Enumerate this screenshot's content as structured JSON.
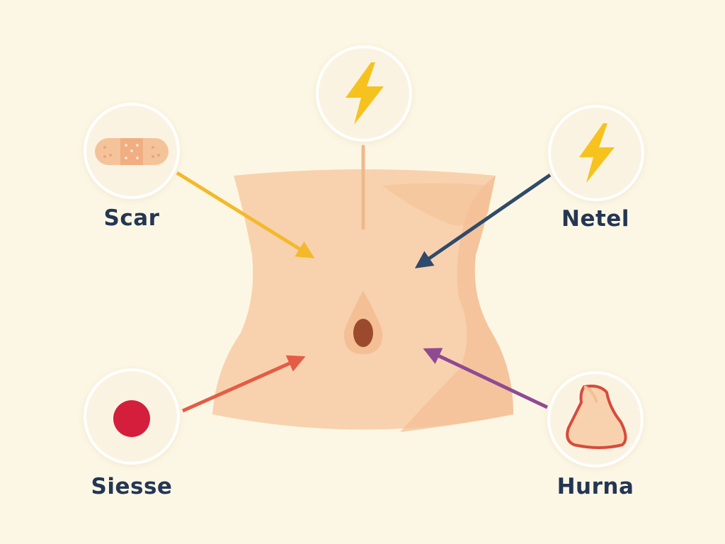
{
  "labels": {
    "scar": "Scar",
    "netel": "Netel",
    "siesse": "Siesse",
    "hurna": "Hurna"
  },
  "icons": {
    "top": "lightning-bolt",
    "scar": "bandage",
    "netel": "lightning-bolt",
    "siesse": "red-dot",
    "hurna": "hernia-bulge"
  },
  "colors": {
    "background": "#fcf7e4",
    "label_text": "#243653",
    "skin": "#f8d2ae",
    "skin_shade": "#f4bf95",
    "navel": "#9c4a2e",
    "bolt": "#f6c21e",
    "scar_arrow": "#f3b92a",
    "netel_arrow": "#2f4a6b",
    "siesse_arrow": "#e45c45",
    "hurna_arrow": "#8f4a94",
    "red_dot": "#d41f3c"
  }
}
